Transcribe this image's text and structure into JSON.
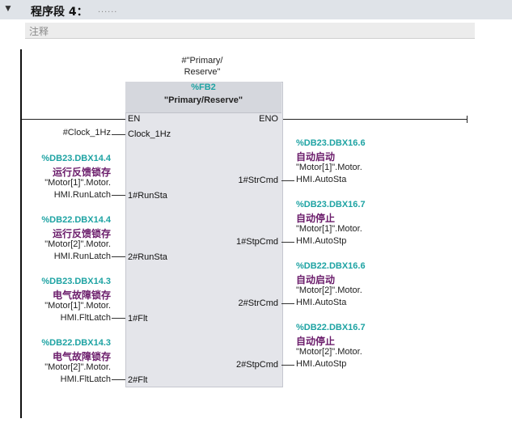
{
  "header": {
    "toggle_icon": "triangle-down",
    "title": "程序段 4：",
    "dots": "......"
  },
  "comment": {
    "placeholder": "注释"
  },
  "block": {
    "instance_db": [
      "#\"Primary/",
      "Reserve\""
    ],
    "fb_number": "%FB2",
    "fb_name": "\"Primary/Reserve\"",
    "en": "EN",
    "eno": "ENO",
    "inputs": [
      {
        "pin": "Clock_1Hz",
        "operand": "#Clock_1Hz"
      },
      {
        "pin": "1#RunSta",
        "address": "%DB23.DBX14.4",
        "comment": "运行反馈锁存",
        "symbol": [
          "\"Motor[1]\".Motor.",
          "HMI.RunLatch"
        ]
      },
      {
        "pin": "2#RunSta",
        "address": "%DB22.DBX14.4",
        "comment": "运行反馈锁存",
        "symbol": [
          "\"Motor[2]\".Motor.",
          "HMI.RunLatch"
        ]
      },
      {
        "pin": "1#Flt",
        "address": "%DB23.DBX14.3",
        "comment": "电气故障锁存",
        "symbol": [
          "\"Motor[1]\".Motor.",
          "HMI.FltLatch"
        ]
      },
      {
        "pin": "2#Flt",
        "address": "%DB22.DBX14.3",
        "comment": "电气故障锁存",
        "symbol": [
          "\"Motor[2]\".Motor.",
          "HMI.FltLatch"
        ]
      }
    ],
    "outputs": [
      {
        "pin": "1#StrCmd",
        "address": "%DB23.DBX16.6",
        "comment": "自动启动",
        "symbol": [
          "\"Motor[1]\".Motor.",
          "HMI.AutoSta"
        ]
      },
      {
        "pin": "1#StpCmd",
        "address": "%DB23.DBX16.7",
        "comment": "自动停止",
        "symbol": [
          "\"Motor[1]\".Motor.",
          "HMI.AutoStp"
        ]
      },
      {
        "pin": "2#StrCmd",
        "address": "%DB22.DBX16.6",
        "comment": "自动启动",
        "symbol": [
          "\"Motor[2]\".Motor.",
          "HMI.AutoSta"
        ]
      },
      {
        "pin": "2#StpCmd",
        "address": "%DB22.DBX16.7",
        "comment": "自动停止",
        "symbol": [
          "\"Motor[2]\".Motor.",
          "HMI.AutoStp"
        ]
      }
    ]
  }
}
